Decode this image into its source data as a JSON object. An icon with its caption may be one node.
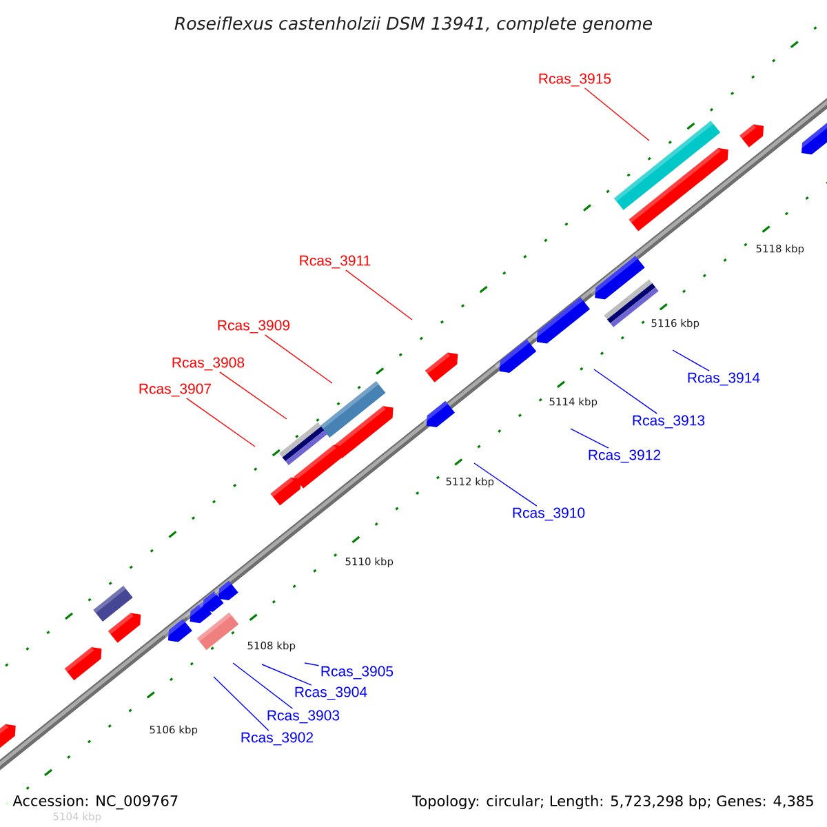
{
  "diagram": {
    "title": "Roseiflexus castenholzii DSM 13941, complete genome",
    "nodes": [
      {
        "text": [
          "Rcas_3915"
        ]
      },
      {
        "text": [
          "Rcas_3911"
        ]
      },
      {
        "text": [
          "Rcas_3909"
        ]
      },
      {
        "text": [
          "Rcas_3908"
        ]
      },
      {
        "text": [
          "Rcas_3907"
        ]
      },
      {
        "text": [
          "Rcas_3914"
        ]
      },
      {
        "text": [
          "Rcas_3913"
        ]
      },
      {
        "text": [
          "Rcas_3912"
        ]
      },
      {
        "text": [
          "Rcas_3910"
        ]
      },
      {
        "text": [
          "Rcas_3905"
        ]
      },
      {
        "text": [
          "Rcas_3904"
        ]
      },
      {
        "text": [
          "Rcas_3903"
        ]
      },
      {
        "text": [
          "Rcas_3902"
        ]
      }
    ],
    "edges": [
      {
        "from": 0,
        "to": null,
        "arrow": "none",
        "color": "#ff0000"
      },
      {
        "from": 1,
        "to": null,
        "arrow": "none",
        "color": "#ff0000"
      },
      {
        "from": 2,
        "to": null,
        "arrow": "none",
        "color": "#ff0000"
      },
      {
        "from": 3,
        "to": null,
        "arrow": "none",
        "color": "#ff0000"
      },
      {
        "from": 4,
        "to": null,
        "arrow": "none",
        "color": "#ff0000"
      },
      {
        "from": 5,
        "to": null,
        "arrow": "none"
      },
      {
        "from": 6,
        "to": null,
        "arrow": "none"
      },
      {
        "from": 7,
        "to": null,
        "arrow": "none"
      },
      {
        "from": 8,
        "to": null,
        "arrow": "none"
      },
      {
        "from": 9,
        "to": null,
        "arrow": "none"
      },
      {
        "from": 10,
        "to": null,
        "arrow": "none"
      },
      {
        "from": 11,
        "to": null,
        "arrow": "none"
      },
      {
        "from": 12,
        "to": null,
        "arrow": "none"
      }
    ],
    "labels": [
      "5118 kbp",
      "5116 kbp",
      "5114 kbp",
      "5112 kbp",
      "5110 kbp",
      "5108 kbp",
      "5106 kbp",
      "Accession: NC_009767",
      "Topology: circular; Length: 5,723,298 bp; Genes: 4,385",
      "5104 kbp"
    ]
  }
}
